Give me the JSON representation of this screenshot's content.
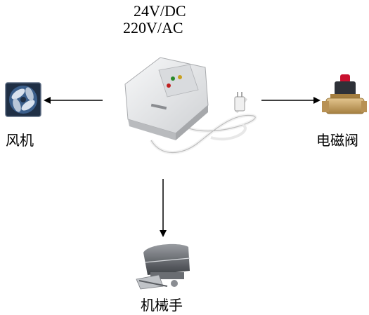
{
  "voltage": {
    "line1": "24V/DC",
    "line2": "220V/AC"
  },
  "nodes": {
    "fan": {
      "label": "风机",
      "icon": "exhaust-fan-icon"
    },
    "valve": {
      "label": "电磁阀",
      "icon": "solenoid-valve-icon"
    },
    "manipulator": {
      "label": "机械手",
      "icon": "valve-manipulator-icon"
    },
    "controller": {
      "icon": "gas-alarm-controller-icon"
    }
  },
  "colors": {
    "arrow": "#000000",
    "device": "#e9eaec",
    "valve_body": "#c9a46a",
    "valve_cap": "#c8102e",
    "fan_blade": "#2a4f7a"
  }
}
